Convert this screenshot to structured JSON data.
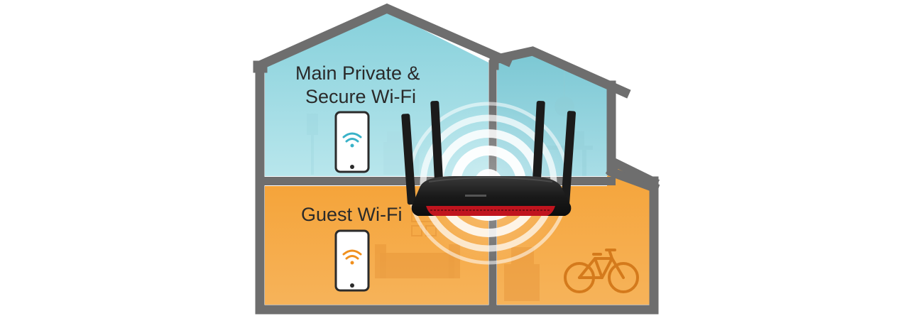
{
  "zones": {
    "main": {
      "label_line1": "Main Private &",
      "label_line2": "Secure Wi-Fi",
      "device_icon": "smartphone-wifi-icon",
      "wifi_color": "#39b2c8"
    },
    "guest": {
      "label": "Guest Wi-Fi",
      "device_icon": "smartphone-wifi-icon",
      "wifi_color": "#f0901e"
    }
  },
  "router": {
    "icon": "wireless-router-icon",
    "antennas": 4,
    "signal_rings": 5
  },
  "colors": {
    "upstairs": "#7ecad6",
    "downstairs": "#f2a034",
    "wall": "#6b6b6b",
    "router_body": "#1d1d1d",
    "router_accent": "#c0141e"
  }
}
